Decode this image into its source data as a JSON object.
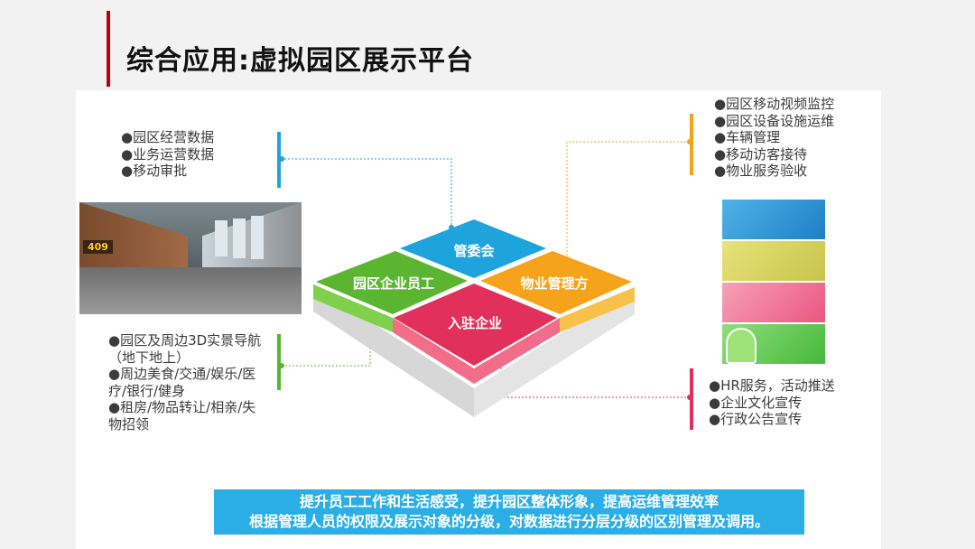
{
  "page": {
    "title": "综合应用:虚拟园区展示平台"
  },
  "left_top_list": [
    "●园区经营数据",
    "●业务运营数据",
    "●移动审批"
  ],
  "left_bottom_list": [
    "●园区及周边3D实景导航\n（地下地上）",
    "●周边美食/交通/娱乐/医\n疗/银行/健身",
    "●租房/物品转让/相亲/失\n物招领"
  ],
  "right_top_list": [
    "●园区移动视频监控",
    "●园区设备设施运维",
    "●车辆管理",
    "●移动访客接待",
    "●物业服务验收"
  ],
  "right_bottom_list": [
    "●HR服务，活动推送",
    "●企业文化宣传",
    "●行政公告宣传"
  ],
  "diamond": {
    "top": "管委会",
    "left": "园区企业员工",
    "right": "物业管理方",
    "bottom": "入驻企业"
  },
  "screenshot": {
    "room_number": "409"
  },
  "bottom_text": {
    "line1": "提升员工工作和生活感受，提升园区整体形象，提高运维管理效率",
    "line2": "根据管理人员的权限及展示对象的分级，对数据进行分层分级的区别管理及调用。"
  },
  "colors": {
    "blue": "#1ea3dd",
    "green": "#5cb531",
    "orange": "#f5a31a",
    "red": "#e0305b",
    "title_bar": "#c00000",
    "bottom_bg": "#2aaee5"
  }
}
